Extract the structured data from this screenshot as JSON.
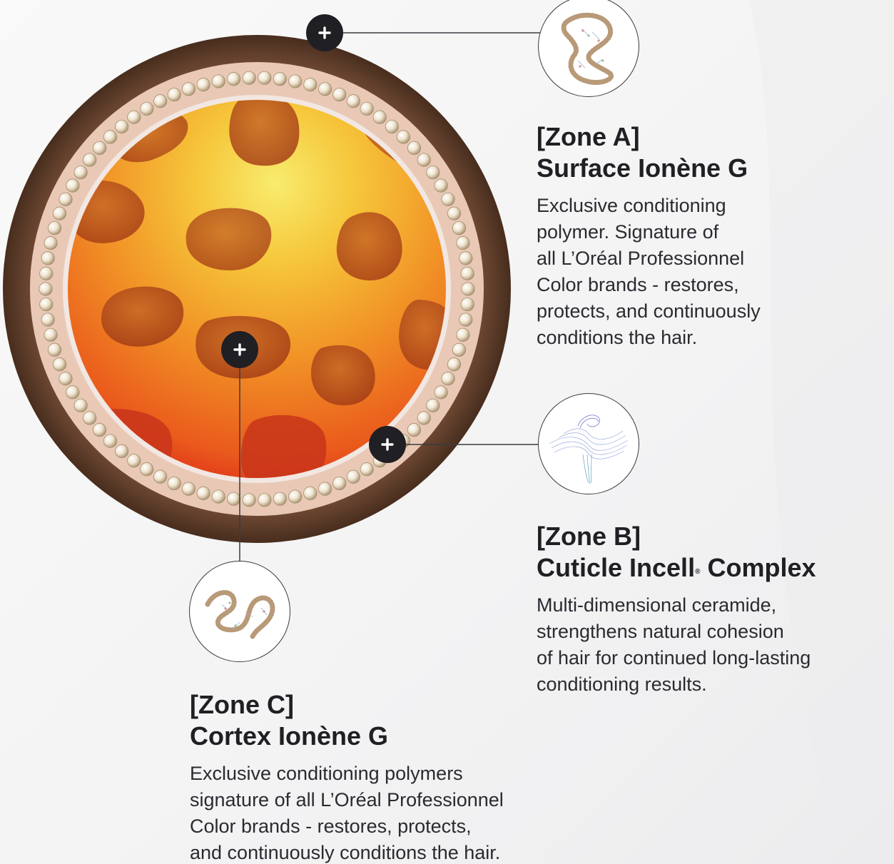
{
  "zones": [
    {
      "id": "A",
      "title": "[Zone A]",
      "name": "Surface Ionène G",
      "name_mark": "",
      "name_suffix": "",
      "description_lines": [
        "Exclusive conditioning",
        "polymer. Signature of",
        "all L’Oréal Professionnel",
        "Color brands - restores,",
        "protects, and continuously",
        "conditions the hair."
      ],
      "thumb_icon": "polymer-coil-icon"
    },
    {
      "id": "B",
      "title": "[Zone B]",
      "name": "Cuticle Incell",
      "name_mark": "®",
      "name_suffix": " Complex",
      "description_lines": [
        "Multi-dimensional ceramide,",
        "strengthens natural cohesion",
        "of hair for continued long-lasting",
        "conditioning results."
      ],
      "thumb_icon": "ceramide-mesh-icon"
    },
    {
      "id": "C",
      "title": "[Zone C]",
      "name": "Cortex Ionène G",
      "name_mark": "",
      "name_suffix": "",
      "description_lines": [
        "Exclusive conditioning polymers",
        "signature of all L’Oréal Professionnel",
        "Color brands - restores, protects,",
        "and continuously conditions the hair."
      ],
      "thumb_icon": "polymer-coil-icon"
    }
  ],
  "colors": {
    "hotspot": "#1f1f24",
    "cuticle_outer": "#6b4530",
    "cuticle_pearl_band": "#e9c9b6",
    "cortex_center": "#f6e04a",
    "cortex_mid": "#f19a22",
    "cortex_edge": "#e2311c",
    "cortex_cells": "#b24a18"
  },
  "hotspots": [
    {
      "zone": "A",
      "icon": "plus-icon"
    },
    {
      "zone": "B",
      "icon": "plus-icon"
    },
    {
      "zone": "C",
      "icon": "plus-icon"
    }
  ]
}
